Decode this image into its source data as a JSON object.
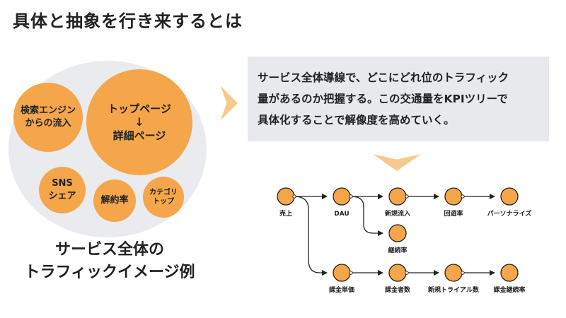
{
  "title": "具体と抽象を行き来するとは",
  "bubbles": {
    "search": [
      "検索エンジン",
      "からの流入"
    ],
    "top": [
      "トップページ",
      "↓",
      "詳細ページ"
    ],
    "sns": [
      "SNS",
      "シェア"
    ],
    "rate": "解約率",
    "category": [
      "カテゴリ",
      "トップ"
    ]
  },
  "caption": [
    "サービス全体の",
    "トラフィックイメージ例"
  ],
  "info_lines": [
    "サービス全体導線で、どこにどれ位のトラフィック",
    "量があるのか把握する。この交通量をKPIツリーで",
    "具体化することで解像度を高めていく。"
  ],
  "tree": {
    "root": "売上",
    "dau": "DAU",
    "new_inflow": "新規流入",
    "churn": "回遊率",
    "personalize": "パーソナライズ",
    "retention": "継続率",
    "arpu": "課金単価",
    "payers": "課金者数",
    "trials": "新規トライアル数",
    "pay_retention": "課金継続率"
  },
  "colors": {
    "accent": "#f5a64a",
    "accent_light": "#f9c88c",
    "panel": "#e7e9ed",
    "bg_circle": "#e9ebef"
  }
}
